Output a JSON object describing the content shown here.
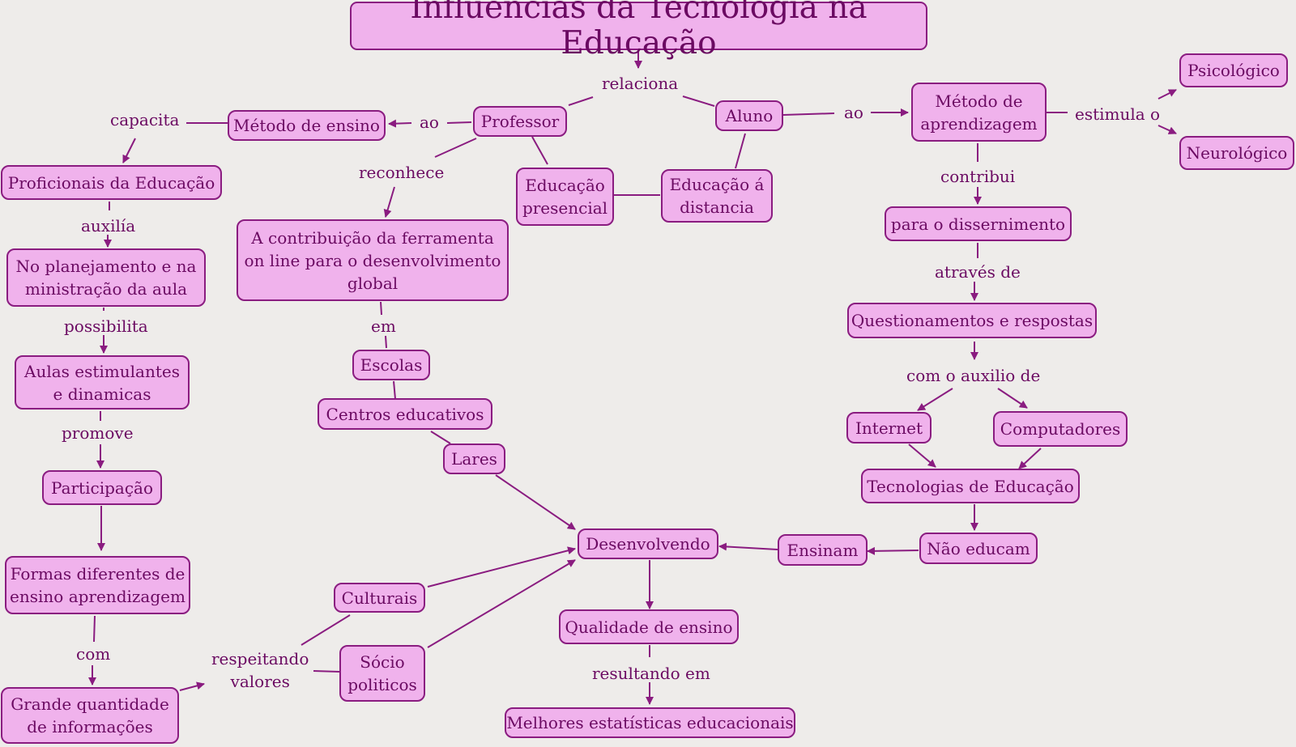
{
  "title": "Influências da Tecnologia na Educação",
  "nodes": {
    "professor": "Professor",
    "aluno": "Aluno",
    "metodo_ensino": "Método de ensino",
    "metodo_aprendizagem": "Método de\naprendizagem",
    "psicologico": "Psicológico",
    "neurologico": "Neurológico",
    "profissionais": "Proficionais da Educação",
    "planejamento": "No planejamento e na\nministração da aula",
    "aulas": "Aulas estimulantes\ne dinamicas",
    "participacao": "Participação",
    "formas": "Formas diferentes de\nensino aprendizagem",
    "grande": "Grande quantidade\nde informações",
    "contribuicao": "A contribuição da ferramenta\non line para o desenvolvimento\nglobal",
    "escolas": "Escolas",
    "centros": "Centros educativos",
    "lares": "Lares",
    "educacao_presencial": "Educação\npresencial",
    "educacao_distancia": "Educação á\ndistancia",
    "disseminento": "para o dissernimento",
    "questionamentos": "Questionamentos e respostas",
    "internet": "Internet",
    "computadores": "Computadores",
    "tecnologias": "Tecnologias de Educação",
    "nao_educam": "Não educam",
    "ensinam": "Ensinam",
    "desenvolvendo": "Desenvolvendo",
    "qualidade": "Qualidade de ensino",
    "melhores": "Melhores estatísticas educacionais",
    "culturais": "Culturais",
    "socio": "Sócio\npoliticos"
  },
  "labels": {
    "relaciona": "relaciona",
    "ao_left": "ao",
    "ao_right": "ao",
    "capacita": "capacita",
    "estimula": "estimula o",
    "auxilia": "auxilía",
    "possibilita": "possibilita",
    "promove": "promove",
    "com": "com",
    "respeitando": "respeitando\nvalores",
    "reconhece": "reconhece",
    "em": "em",
    "contribui": "contribui",
    "atraves": "através de",
    "com_auxilio": "com o auxilio de",
    "resultando": "resultando em"
  },
  "colors": {
    "background": "#eeecea",
    "node_fill": "#f0b2ec",
    "node_border": "#8a1c80",
    "text": "#6b0a62",
    "line": "#8a1c80"
  }
}
